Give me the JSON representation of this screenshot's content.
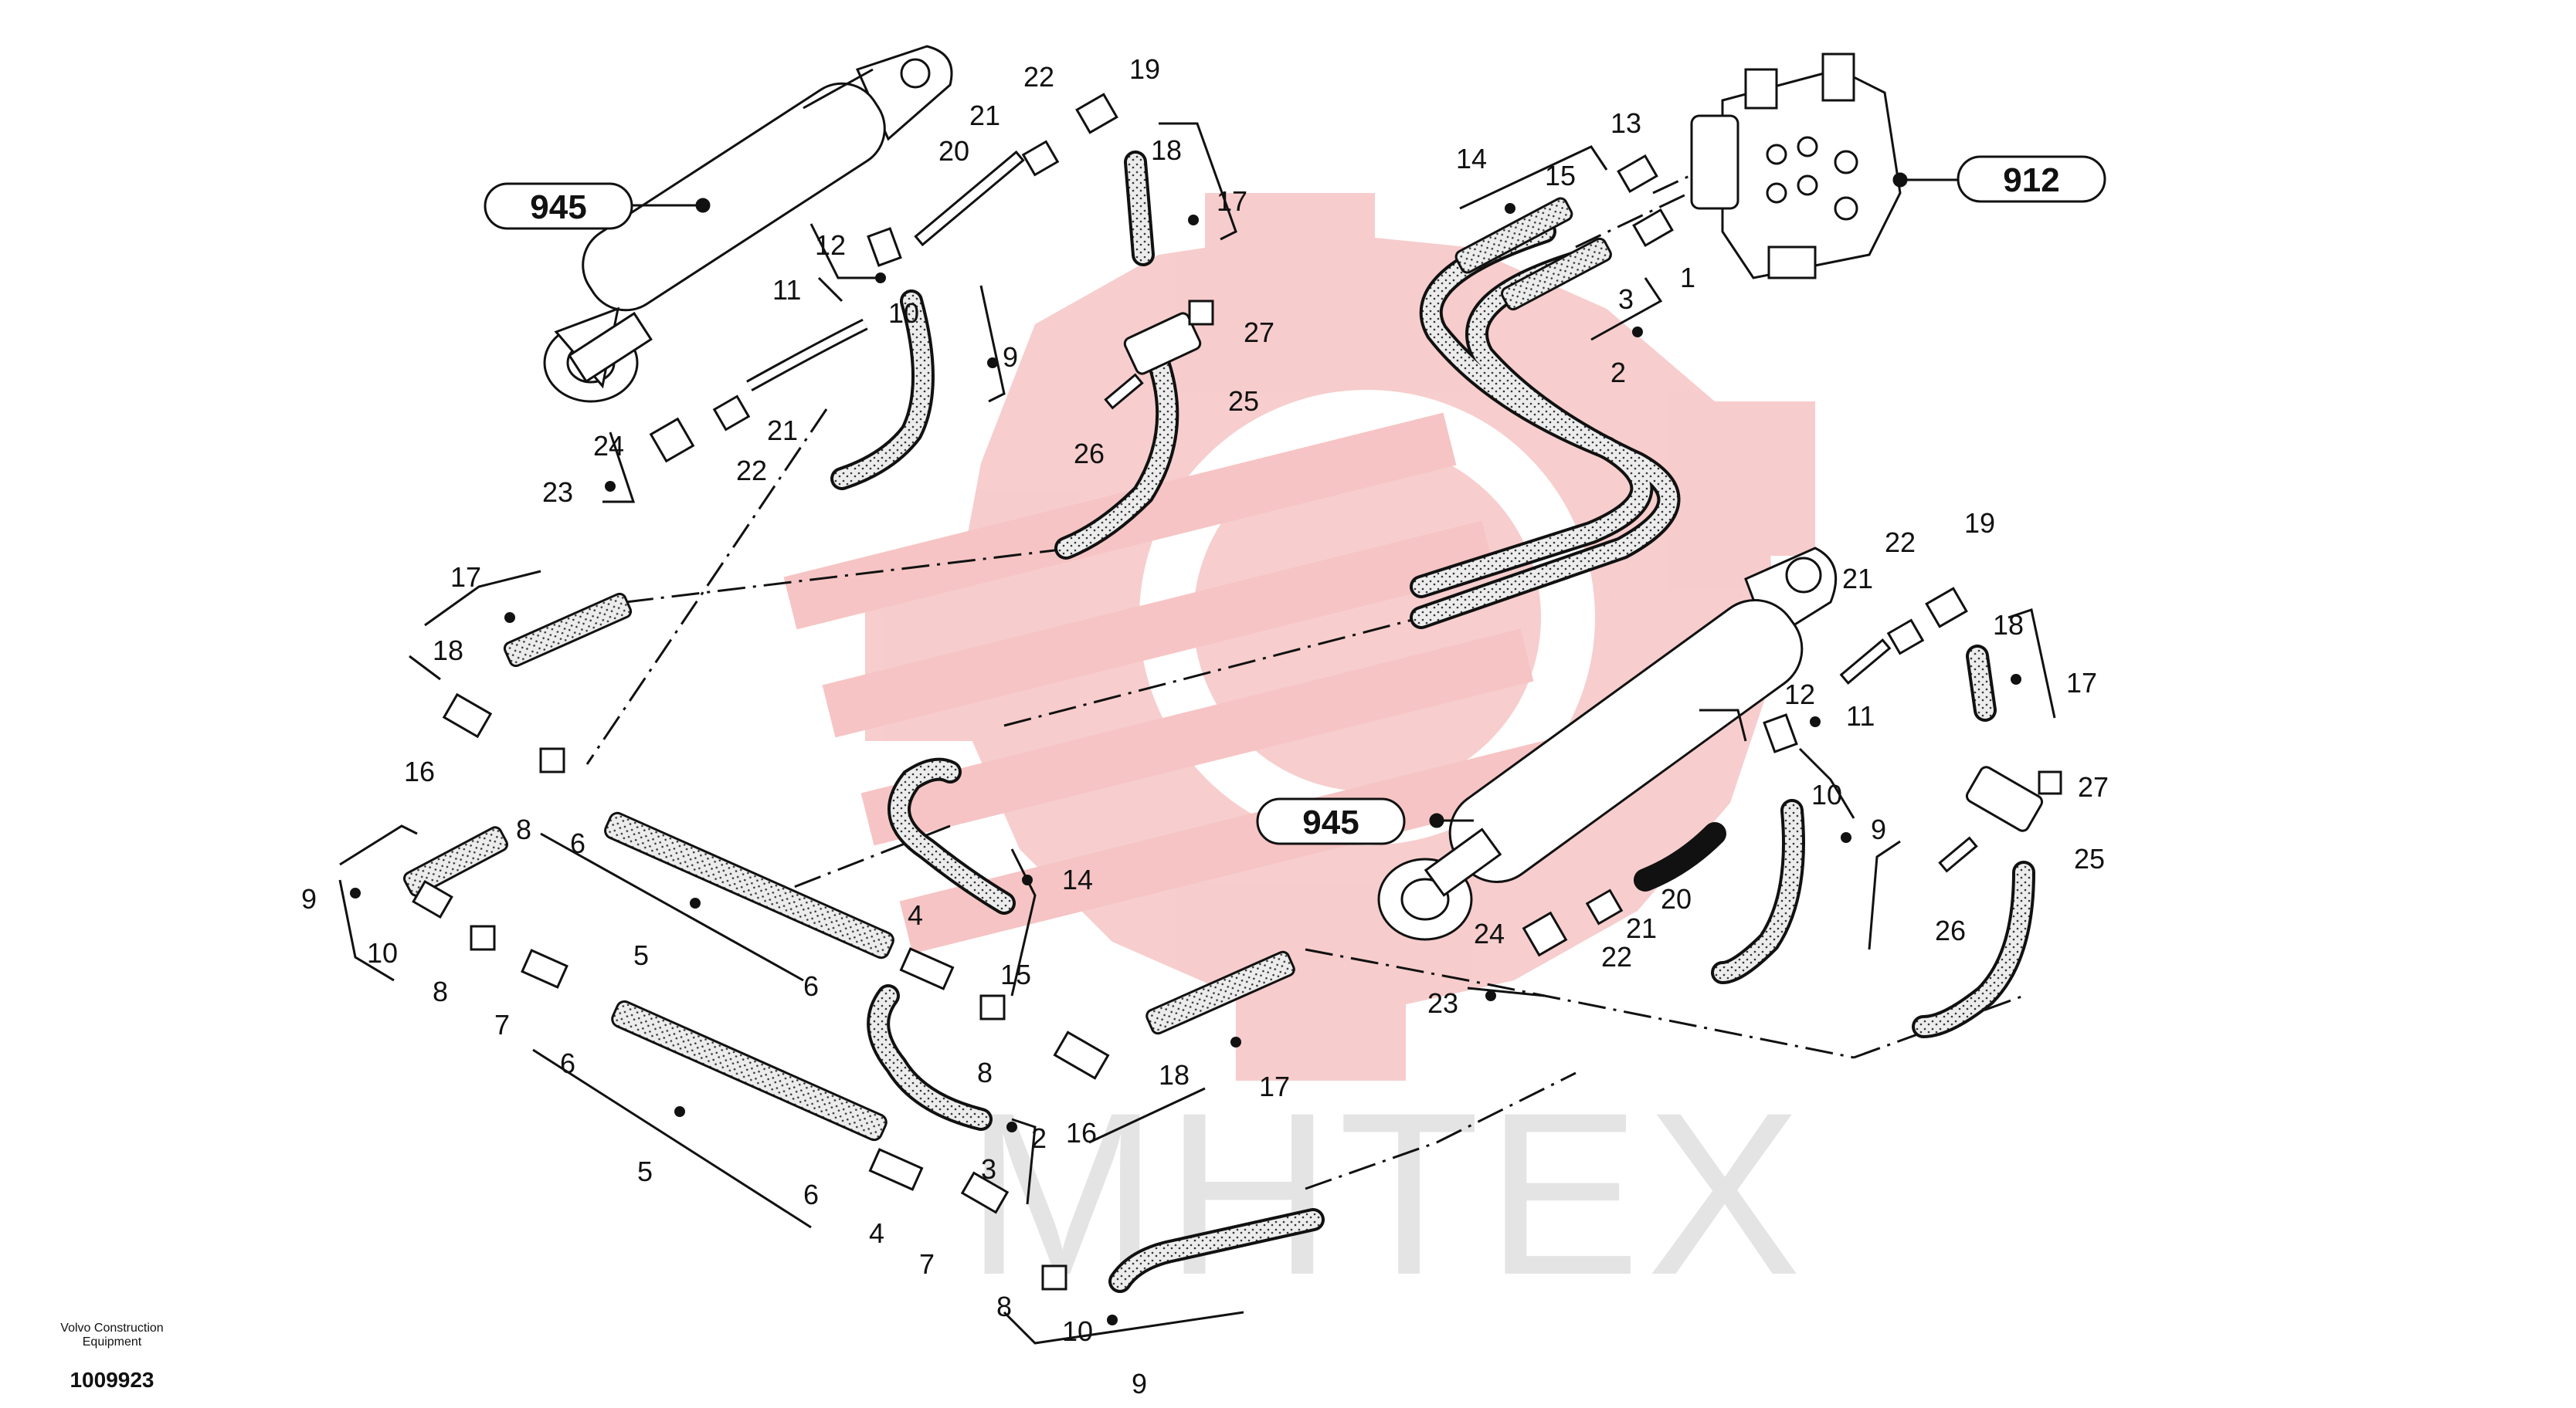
{
  "footer": {
    "manufacturer_line1": "Volvo Construction",
    "manufacturer_line2": "Equipment",
    "drawing_number": "1009923"
  },
  "callouts": {
    "cylinder_left": "945",
    "cylinder_right": "945",
    "control_valve": "912"
  },
  "watermark": {
    "text": "MHTEX"
  },
  "labels": {
    "p1": "1",
    "p2": "2",
    "p3": "3",
    "p4": "4",
    "p5": "5",
    "p6": "6",
    "p7": "7",
    "p8": "8",
    "p9": "9",
    "p10": "10",
    "p11": "11",
    "p12": "12",
    "p13": "13",
    "p14": "14",
    "p15": "15",
    "p16": "16",
    "p17": "17",
    "p18": "18",
    "p19": "19",
    "p20": "20",
    "p21": "21",
    "p22": "22",
    "p23": "23",
    "p24": "24",
    "p25": "25",
    "p26": "26",
    "p27": "27"
  },
  "colors": {
    "line": "#111111",
    "hose_fill": "#e9e9e9",
    "watermark_red": "#f3b8b8",
    "watermark_grey": "#e2e2e2"
  }
}
